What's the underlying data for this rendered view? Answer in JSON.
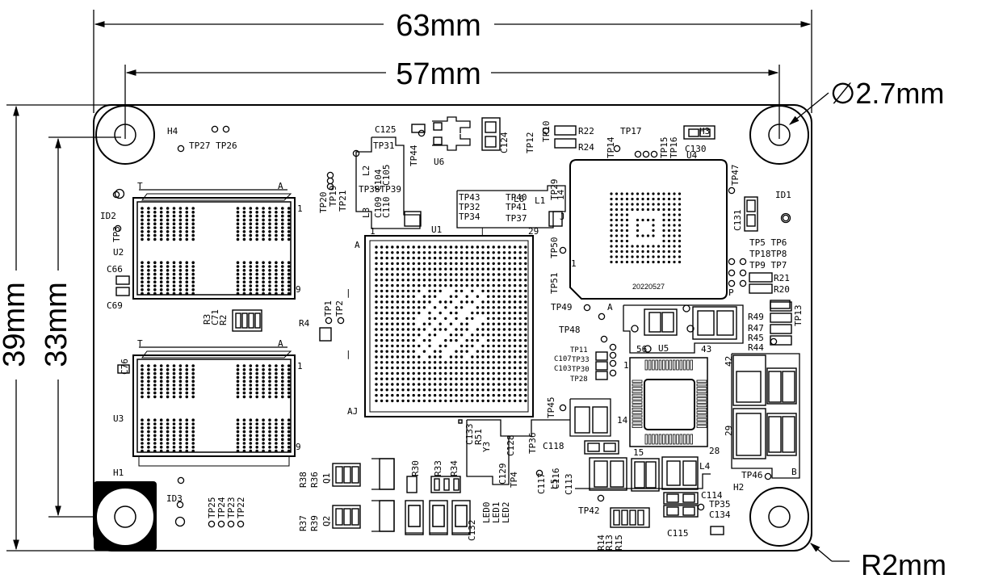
{
  "dimensions": {
    "width_outer": "63mm",
    "width_inner": "57mm",
    "height_outer": "39mm",
    "height_inner": "33mm",
    "hole_diameter": "∅2.7mm",
    "corner_radius": "R2mm"
  },
  "designators": {
    "mount": [
      "H1",
      "H2",
      "H3",
      "H4"
    ],
    "ids": [
      "ID1",
      "ID2",
      "ID3"
    ],
    "ics": [
      "U1",
      "U2",
      "U3",
      "U4",
      "U5",
      "U6"
    ],
    "u1_corner": [
      "A",
      "AJ",
      "1",
      "29"
    ],
    "ram_corner": [
      "T",
      "A",
      "1",
      "9"
    ],
    "misc": [
      "20220527",
      "Y3",
      "L2",
      "L3",
      "L4",
      "L5",
      "L6",
      "L1",
      "Q1",
      "Q2",
      "B",
      "14",
      "43",
      "42",
      "56",
      "15",
      "28",
      "29",
      "P",
      "J"
    ],
    "caps": [
      "C125",
      "C124",
      "C104",
      "C105",
      "C109",
      "C110",
      "C66",
      "C69",
      "C71",
      "C76",
      "C130",
      "C131",
      "C107",
      "C103",
      "C128",
      "C129",
      "C133",
      "C118",
      "C116",
      "C117",
      "C113",
      "C114",
      "C115",
      "C132",
      "C134"
    ],
    "resistors": [
      "R22",
      "R24",
      "R21",
      "R20",
      "R49",
      "R47",
      "R45",
      "R44",
      "R3",
      "R2",
      "R4",
      "R38",
      "R36",
      "R37",
      "R39",
      "R30",
      "R33",
      "R34",
      "R51",
      "R14",
      "R13",
      "R15"
    ],
    "leds": [
      "LED0",
      "LED1",
      "LED2"
    ],
    "testpoints_a": [
      "TP27 TP26",
      "TP31",
      "TP44",
      "TP38TP39",
      "TP20",
      "TP19",
      "TP21",
      "TP12",
      "TP10",
      "TP14",
      "TP17",
      "TP15",
      "TP16",
      "TP47"
    ],
    "testpoints_b": [
      "TP43",
      "TP40",
      "TP32",
      "TP41",
      "TP34",
      "TP37",
      "TP29",
      "TP50",
      "TP51",
      "TP5 TP6",
      "TP18TP8",
      "TP9 TP7",
      "TP13",
      "TP49",
      "TP48"
    ],
    "testpoints_c": [
      "TP3",
      "TP1",
      "TP2",
      "TP11",
      "TP33",
      "TP30",
      "TP28",
      "TP45",
      "TP36",
      "TP4",
      "TP25",
      "TP24",
      "TP23",
      "TP22",
      "TP42",
      "TP35",
      "TP46"
    ]
  }
}
